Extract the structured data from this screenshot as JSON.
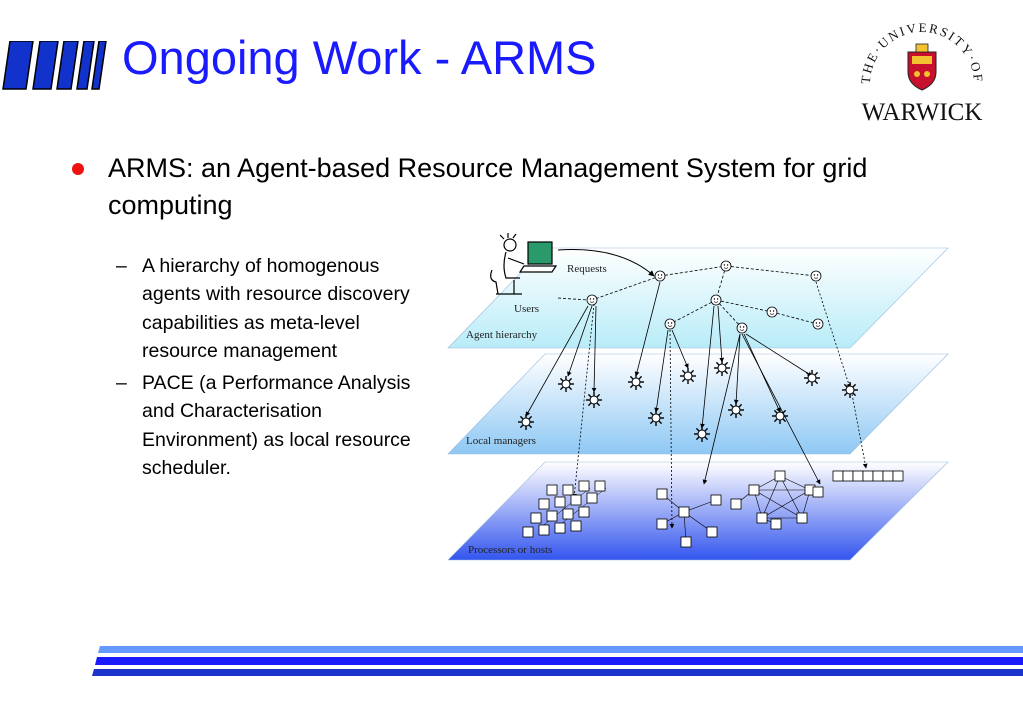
{
  "slide": {
    "title": "Ongoing Work - ARMS",
    "bullet": "ARMS: an Agent-based Resource Management System for grid computing",
    "sub_bullets": [
      {
        "dash": "–",
        "text": "A hierarchy of homogenous agents with resource discovery capabilities as meta-level resource management"
      },
      {
        "dash": "–",
        "text": "PACE (a Performance Analysis and Characterisation Environment) as local resource scheduler."
      }
    ]
  },
  "logo": {
    "arc_text": "THE·UNIVERSITY·OF",
    "name": "WARWICK"
  },
  "diagram": {
    "labels": {
      "requests": "Requests",
      "users": "Users",
      "agent_layer": "Agent hierarchy",
      "local_layer": "Local managers",
      "proc_layer": "Processors or hosts"
    }
  },
  "colors": {
    "title": "#1a1aff",
    "bullet_dot": "#ee1111",
    "footer_light": "#6699ff",
    "footer_dark": "#1a1aff"
  }
}
